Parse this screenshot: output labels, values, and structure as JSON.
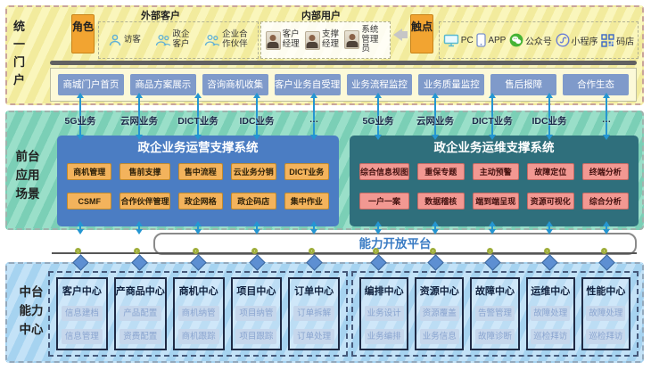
{
  "colors": {
    "band_portal_bg": "#f5efa2",
    "band_front_bg": "#7fd2ba",
    "band_mid_bg": "#aed6f2",
    "button_blue": "#7f9aca",
    "panel_blue": "#4b7dc3",
    "panel_teal": "#2f6f7c",
    "button_orange": "#f3b35c",
    "button_pink": "#f29892",
    "badge_orange": "#f2a431",
    "arrow_blue": "#2496d2",
    "platform_text": "#3b7cc4",
    "gear_green": "#9fae3c",
    "diamond_blue": "#5d8fd2"
  },
  "icons": {
    "visitor": "person-icon",
    "customer_group": "people-icon",
    "staff": "avatar-photo",
    "channels": [
      "pc-icon",
      "app-icon",
      "wechat-icon",
      "miniprogram-icon",
      "qrcode-icon"
    ],
    "flow": "double-arrow-icon",
    "bus_node": "gear-icon",
    "bus_drop": "diamond-connector-icon",
    "touch_pointer": "left-arrow-icon"
  },
  "portal": {
    "band_label": "统一门户",
    "role_label": "角色",
    "external": {
      "title": "外部客户",
      "items": [
        "访客",
        "政企客户",
        "企业合作伙伴"
      ]
    },
    "internal": {
      "title": "内部用户",
      "items": [
        "客户经理",
        "支撑经理",
        "系统管理员"
      ]
    },
    "touch_label": "触点",
    "channels": [
      "PC",
      "APP",
      "公众号",
      "小程序",
      "码店"
    ],
    "functions": [
      "商城门户首页",
      "商品方案展示",
      "咨询商机收集",
      "客户业务自受理",
      "业务流程监控",
      "业务质量监控",
      "售后报障",
      "合作生态"
    ]
  },
  "frontend": {
    "band_label": "前台应用场景",
    "business_labels": [
      "5G业务",
      "云网业务",
      "DICT业务",
      "IDC业务",
      "…"
    ],
    "systems": [
      {
        "title": "政企业务运营支撑系统",
        "items": [
          "商机管理",
          "售前支撑",
          "售中流程",
          "云业务分销",
          "DICT业务",
          "CSMF",
          "合作伙伴管理",
          "政企网格",
          "政企码店",
          "集中作业"
        ]
      },
      {
        "title": "政企业务运维支撑系统",
        "items": [
          "综合信息视图",
          "重保专题",
          "主动预警",
          "故障定位",
          "终端分析",
          "一户一案",
          "数据稽核",
          "端到端呈现",
          "资源可视化",
          "综合分析"
        ]
      }
    ]
  },
  "platform": {
    "label": "能力开放平台"
  },
  "midstage": {
    "band_label": "中台能力中心",
    "centers": [
      {
        "title": "客户中心",
        "items": [
          "信息建档",
          "信息管理"
        ]
      },
      {
        "title": "产商品中心",
        "items": [
          "产品配置",
          "资费配置"
        ]
      },
      {
        "title": "商机中心",
        "items": [
          "商机纳管",
          "商机跟踪"
        ]
      },
      {
        "title": "项目中心",
        "items": [
          "项目纳管",
          "项目跟踪"
        ]
      },
      {
        "title": "订单中心",
        "items": [
          "订单拆解",
          "订单处理"
        ]
      },
      {
        "title": "编排中心",
        "items": [
          "业务设计",
          "业务编排"
        ]
      },
      {
        "title": "资源中心",
        "items": [
          "资源覆盖",
          "业务信息"
        ]
      },
      {
        "title": "故障中心",
        "items": [
          "告警管理",
          "故障诊断"
        ]
      },
      {
        "title": "运维中心",
        "items": [
          "故障处理",
          "巡检拜访"
        ]
      },
      {
        "title": "性能中心",
        "items": [
          "故障处理",
          "巡检拜访"
        ]
      }
    ]
  }
}
